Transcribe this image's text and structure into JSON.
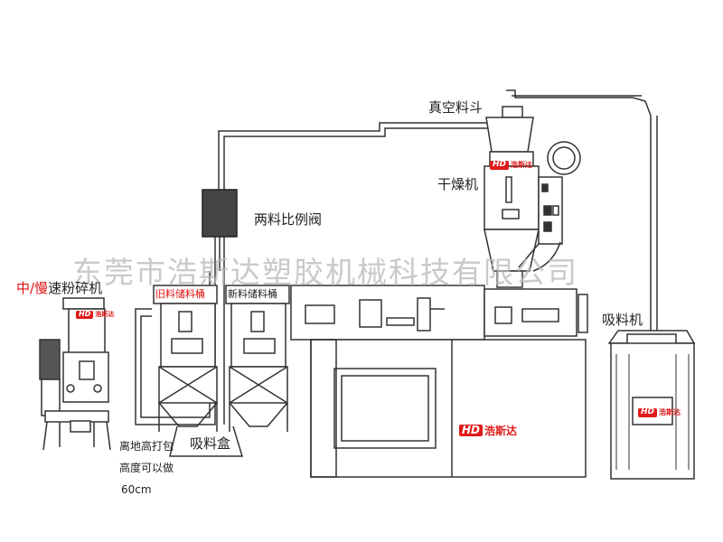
{
  "labels": {
    "vacuum_hopper": "真空料斗",
    "dryer": "干燥机",
    "ratio_valve": "两料比例阀",
    "crusher_prefix": "中/慢",
    "crusher_suffix": "速粉碎机",
    "loader": "吸料机",
    "suction_box": "吸料盒",
    "old_material_bin": "旧料储料桶",
    "new_material_bin": "新料储料桶",
    "note_line1": "离地高打包",
    "note_line2": "高度可以做",
    "note_line3": "60cm"
  },
  "watermark": "东莞市浩斯达塑胶机械科技有限公司",
  "logo": {
    "mark": "HD",
    "name": "浩斯达"
  },
  "colors": {
    "line": "#333333",
    "logo_red": "#e01a1a",
    "watermark": "#b8b8b8"
  }
}
